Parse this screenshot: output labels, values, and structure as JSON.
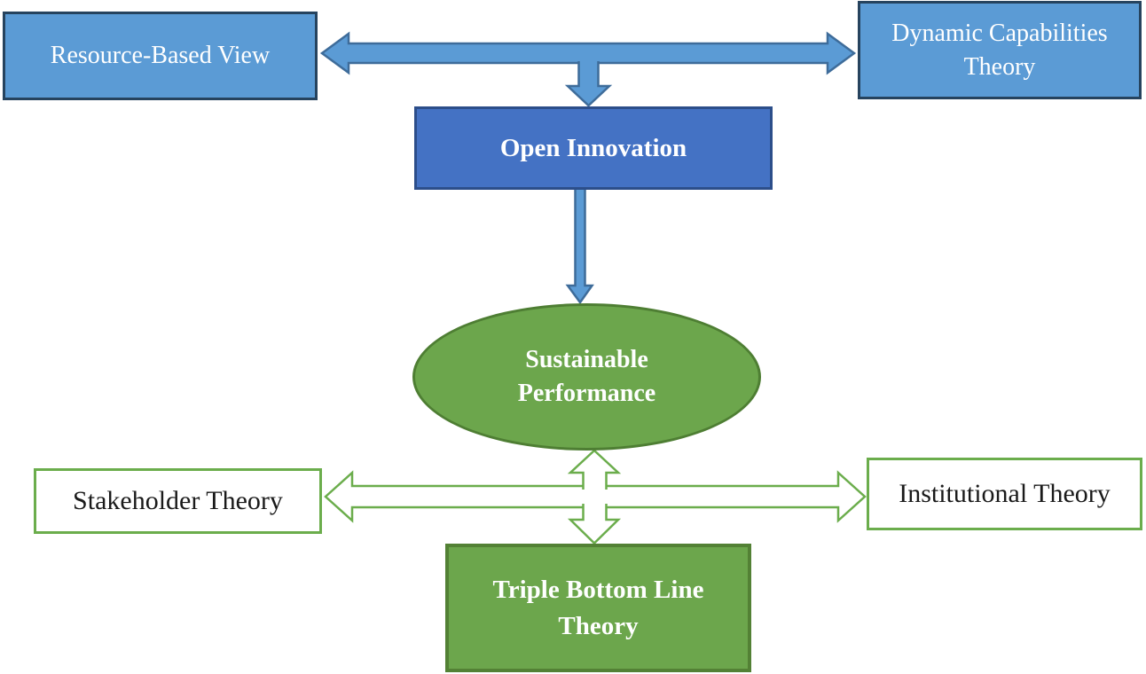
{
  "diagram": {
    "type": "theoretical-framework-flowchart",
    "nodes": {
      "resource_based_view": {
        "label": "Resource-Based View",
        "shape": "rectangle",
        "fill": "#5b9bd5",
        "border": "#26435e",
        "text_color": "#ffffff"
      },
      "dynamic_capabilities": {
        "label": "Dynamic Capabilities Theory",
        "shape": "rectangle",
        "fill": "#5b9bd5",
        "border": "#26435e",
        "text_color": "#ffffff"
      },
      "open_innovation": {
        "label": "Open Innovation",
        "shape": "rectangle",
        "fill": "#4472c4",
        "border": "#2c4e8a",
        "text_color": "#ffffff"
      },
      "sustainable_performance": {
        "label": "Sustainable Performance",
        "shape": "ellipse",
        "fill": "#6ca64c",
        "border": "#4e7e33",
        "text_color": "#ffffff"
      },
      "stakeholder_theory": {
        "label": "Stakeholder Theory",
        "shape": "rectangle",
        "fill": "#ffffff",
        "border": "#6bad4c",
        "text_color": "#1a1a1a"
      },
      "institutional_theory": {
        "label": "Institutional Theory",
        "shape": "rectangle",
        "fill": "#ffffff",
        "border": "#6bad4c",
        "text_color": "#1a1a1a"
      },
      "triple_bottom_line": {
        "label": "Triple Bottom Line Theory",
        "shape": "rectangle",
        "fill": "#6ca64c",
        "border": "#538135",
        "text_color": "#ffffff"
      }
    },
    "connections": [
      {
        "from": "Resource-Based View",
        "to": "Dynamic Capabilities Theory",
        "direction": "bidirectional",
        "style": "solid-blue-block-arrow"
      },
      {
        "from": "RBV-DCT arrow midpoint",
        "to": "Open Innovation",
        "direction": "down",
        "style": "solid-blue-block-arrow"
      },
      {
        "from": "Open Innovation",
        "to": "Sustainable Performance",
        "direction": "down",
        "style": "solid-blue-block-arrow"
      },
      {
        "from": "Stakeholder Theory",
        "to": "Institutional Theory",
        "direction": "bidirectional",
        "style": "outlined-green-block-arrow"
      },
      {
        "from": "Sustainable Performance",
        "to": "Triple Bottom Line Theory",
        "direction": "bidirectional",
        "style": "outlined-green-block-arrow"
      }
    ],
    "colors": {
      "blue_light_fill": "#5b9bd5",
      "blue_dark_fill": "#4472c4",
      "blue_arrow_border": "#3e6c9a",
      "blue_box_border": "#26435e",
      "navy_border": "#2c4e8a",
      "green_fill": "#6ca64c",
      "green_dark_border": "#4e7e33",
      "green_outline": "#6bad4c",
      "background": "#ffffff"
    }
  }
}
